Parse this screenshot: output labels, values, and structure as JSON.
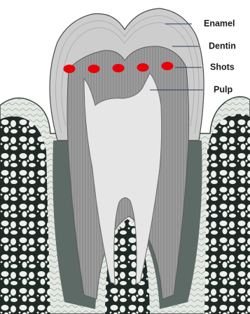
{
  "labels": {
    "enamel": "Enamel",
    "dentin": "Dentin",
    "shots": "Shots",
    "pulp": "Pulp"
  },
  "shots": {
    "count": 5,
    "color": "#e8000a"
  },
  "colors": {
    "enamel": "#cdcdcd",
    "dentin": "#8f8f8f",
    "pulp": "#e6e6e6",
    "bone": "#1f2a27",
    "gum": "#e9ece8",
    "root_sheath": "#5e6a66"
  }
}
